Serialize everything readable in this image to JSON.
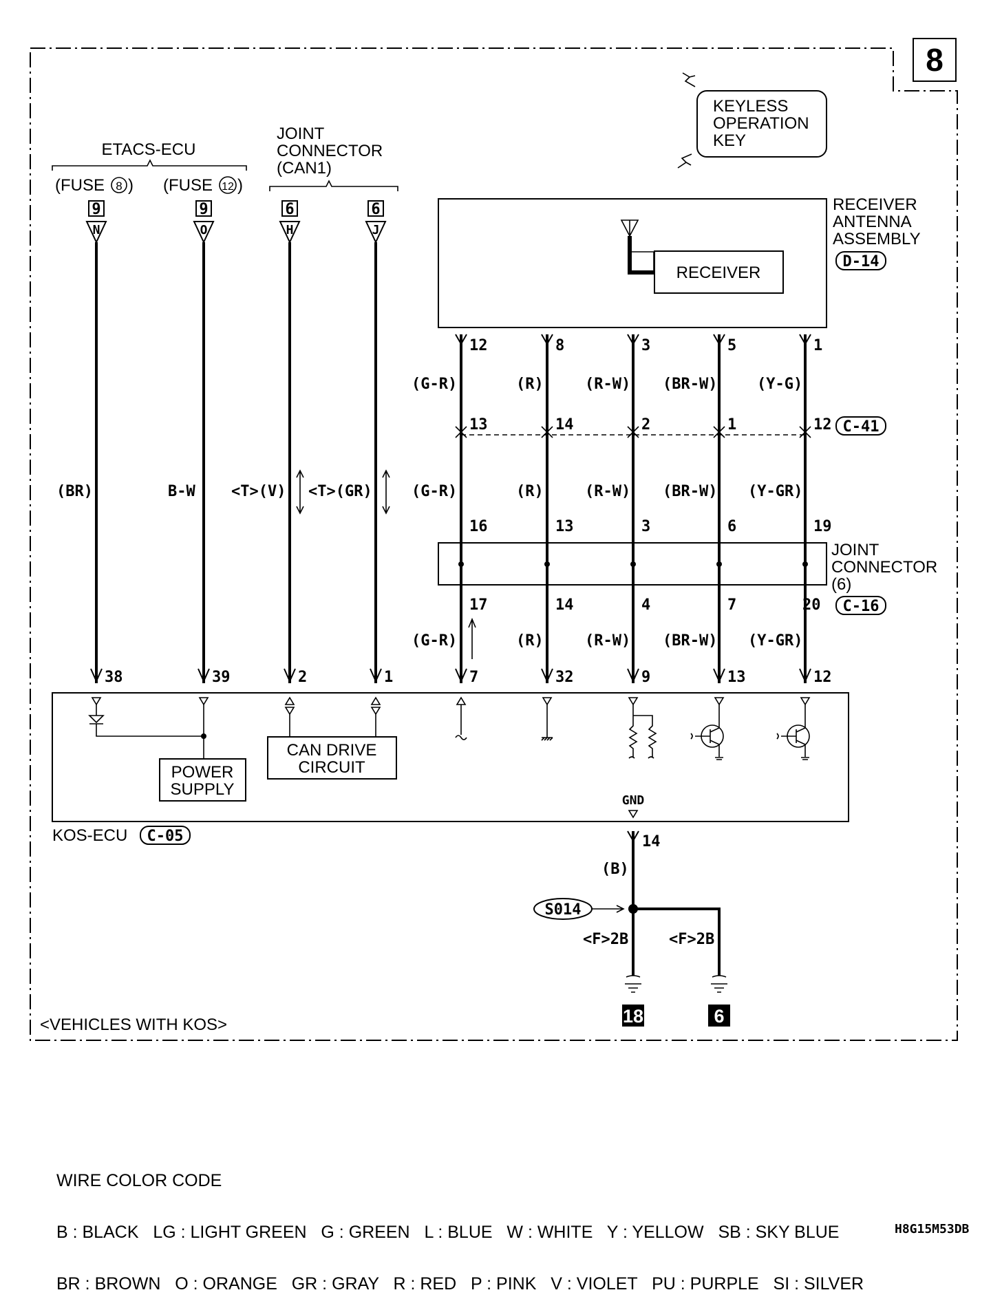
{
  "page_number": "8",
  "scope_label": "<VEHICLES WITH KOS>",
  "keyless_key": [
    "KEYLESS",
    "OPERATION",
    "KEY"
  ],
  "receiver_assembly": {
    "name": [
      "RECEIVER",
      "ANTENNA",
      "ASSEMBLY"
    ],
    "connector": "D-14",
    "receiver_label": "RECEIVER",
    "pins": [
      "12",
      "8",
      "3",
      "5",
      "1"
    ]
  },
  "etacs": {
    "label": "ETACS-ECU",
    "fuse1": "(FUSE",
    "fuse1_num": "8",
    "fuse2": "(FUSE",
    "fuse2_num": "12",
    "close_paren": ")",
    "conn1": "9",
    "conn2": "9",
    "pin1": "N",
    "pin2": "O"
  },
  "joint_can1": {
    "label": [
      "JOINT",
      "CONNECTOR",
      "(CAN1)"
    ],
    "conn1": "6",
    "conn2": "6",
    "pin1": "H",
    "pin2": "J"
  },
  "left_wires": {
    "colors": [
      "(BR)",
      "B-W",
      "<T>(V)",
      "<T>(GR)"
    ],
    "ecu_pins": [
      "38",
      "39",
      "2",
      "1"
    ]
  },
  "right_wires": {
    "colors_top": [
      "(G-R)",
      "(R)",
      "(R-W)",
      "(BR-W)",
      "(Y-G)"
    ],
    "c41_pins": [
      "13",
      "14",
      "2",
      "1",
      "12"
    ],
    "c41_connector": "C-41",
    "colors_mid": [
      "(G-R)",
      "(R)",
      "(R-W)",
      "(BR-W)",
      "(Y-GR)"
    ],
    "jc_in_pins": [
      "16",
      "13",
      "3",
      "6",
      "19"
    ],
    "jc_out_pins": [
      "17",
      "14",
      "4",
      "7",
      "20"
    ],
    "c16_connector": "C-16",
    "colors_bot": [
      "(G-R)",
      "(R)",
      "(R-W)",
      "(BR-W)",
      "(Y-GR)"
    ],
    "ecu_pins": [
      "7",
      "32",
      "9",
      "13",
      "12"
    ]
  },
  "joint_connector_6": [
    "JOINT",
    "CONNECTOR",
    "(6)"
  ],
  "kos_ecu": {
    "label": "KOS-ECU",
    "connector": "C-05",
    "power_supply": [
      "POWER",
      "SUPPLY"
    ],
    "can_drive": [
      "CAN DRIVE",
      "CIRCUIT"
    ],
    "gnd_label": "GND",
    "gnd_pin": "14"
  },
  "ground": {
    "wire_color": "(B)",
    "splice": "S014",
    "left_ref": "<F>2B",
    "right_ref": "<F>2B",
    "ground_point_left": "18",
    "ground_point_right": "6"
  },
  "legend": {
    "title": "WIRE COLOR CODE",
    "row1": [
      "B : BLACK",
      "LG : LIGHT GREEN",
      "G : GREEN",
      "L : BLUE",
      "W : WHITE",
      "Y : YELLOW",
      "SB : SKY BLUE"
    ],
    "row2": [
      "BR : BROWN",
      "O : ORANGE",
      "GR : GRAY",
      "R : RED",
      "P : PINK",
      "V : VIOLET",
      "PU : PURPLE",
      "SI : SILVER"
    ]
  },
  "diagram_code": "H8G15M53DB"
}
